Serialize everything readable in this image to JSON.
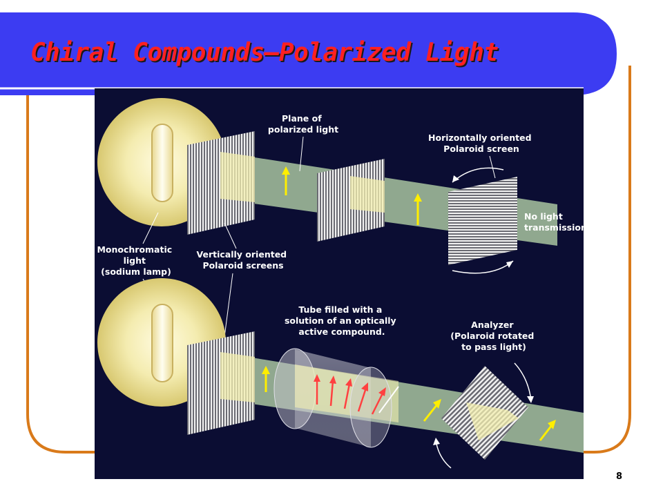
{
  "slide": {
    "title": "Chiral Compounds—Polarized Light",
    "page_number": "8",
    "colors": {
      "header_blue": "#3c3cf2",
      "frame_orange": "#d97a1a",
      "title_red": "#ff2020",
      "diagram_background": "#0b0d33",
      "beam": "#a8c4a0",
      "arrow_yellow": "#ffee00",
      "arrow_red": "#ff4040"
    }
  },
  "diagram": {
    "labels": {
      "plane": [
        "Plane of",
        "polarized light"
      ],
      "horizontal_screen": [
        "Horizontally oriented",
        "Polaroid screen"
      ],
      "no_light": [
        "No light",
        "transmission"
      ],
      "monochromatic": [
        "Monochromatic",
        "light",
        "(sodium lamp)"
      ],
      "vertical_screens": [
        "Vertically oriented",
        "Polaroid screens"
      ],
      "tube": [
        "Tube filled with a",
        "solution of an optically",
        "active compound."
      ],
      "analyzer": [
        "Analyzer",
        "(Polaroid rotated",
        "to pass light)"
      ]
    }
  }
}
